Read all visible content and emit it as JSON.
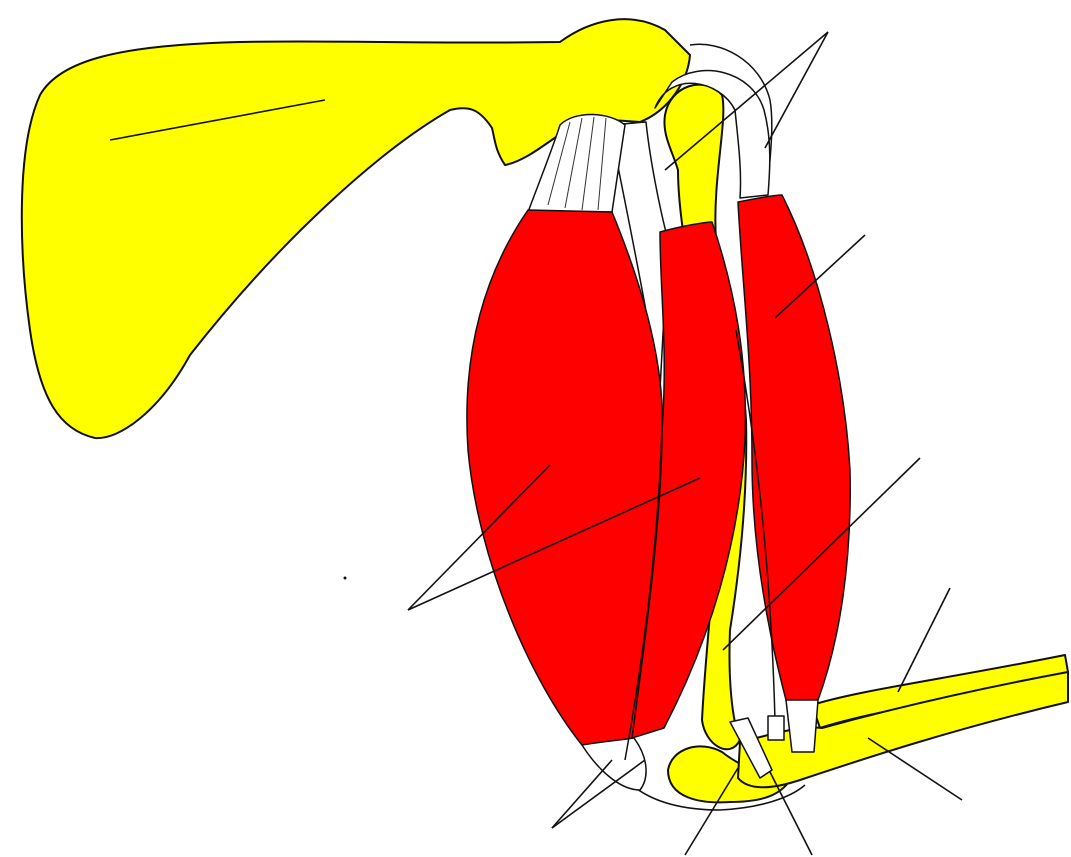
{
  "diagram": {
    "colors": {
      "bone": "#ffff00",
      "muscle": "#ff0000",
      "tendon": "#ffffff",
      "outline": "#111111",
      "leader": "#111111"
    },
    "parts": [
      "scapula",
      "humerus",
      "radius",
      "ulna",
      "flexor-muscle-anterior",
      "flexor-muscle-middle",
      "extensor-muscle-posterior",
      "tendons"
    ],
    "labels": []
  }
}
